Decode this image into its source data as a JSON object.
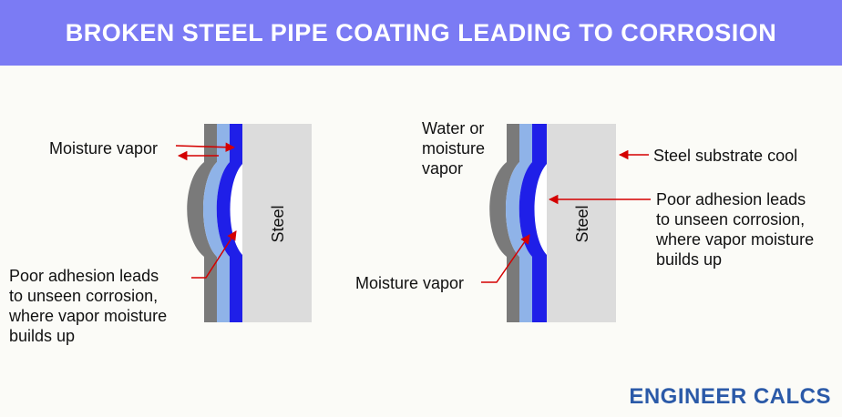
{
  "header": {
    "title": "BROKEN STEEL PIPE COATING LEADING TO CORROSION"
  },
  "left_diagram": {
    "steel_label": "Steel",
    "moisture_label": "Moisture vapor",
    "adhesion_label": [
      "Poor adhesion leads",
      "to unseen corrosion,",
      "where vapor moisture",
      "builds up"
    ]
  },
  "right_diagram": {
    "steel_label": "Steel",
    "water_label": [
      "Water or",
      "moisture",
      "vapor"
    ],
    "substrate_label": "Steel substrate cool",
    "adhesion_label": [
      "Poor adhesion leads",
      "to unseen corrosion,",
      "where vapor moisture",
      "builds up"
    ],
    "moisture_label": "Moisture vapor"
  },
  "brand": {
    "text": "ENGINEER CALCS"
  },
  "colors": {
    "banner": "#7b7bf4",
    "steel": "#dcdcdc",
    "outer_coat": "#7a7a7a",
    "middle_coat": "#8fb3e8",
    "inner_coat": "#1f1fe8",
    "arrow": "#d40000",
    "brand": "#2b5aa8"
  }
}
